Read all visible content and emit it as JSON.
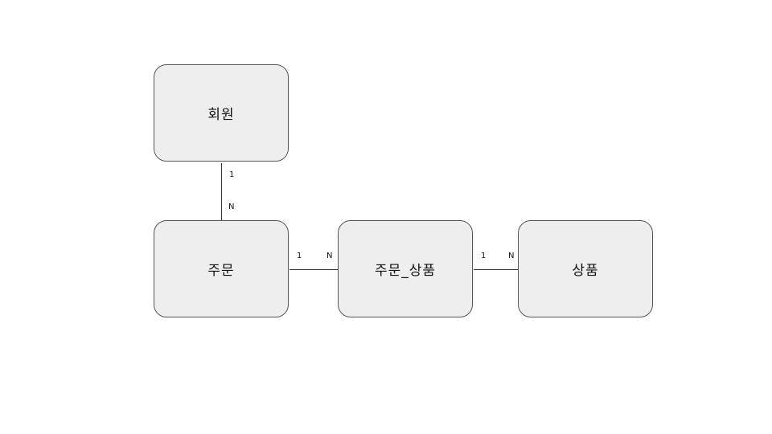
{
  "diagram": {
    "entities": {
      "member": {
        "label": "회원"
      },
      "order": {
        "label": "주문"
      },
      "order_product": {
        "label": "주문_상품"
      },
      "product": {
        "label": "상품"
      }
    },
    "relations": [
      {
        "from": "회원",
        "to": "주문",
        "from_cardinality": "1",
        "to_cardinality": "N"
      },
      {
        "from": "주문",
        "to": "주문_상품",
        "from_cardinality": "1",
        "to_cardinality": "N"
      },
      {
        "from": "주문_상품",
        "to": "상품",
        "from_cardinality": "1",
        "to_cardinality": "N"
      }
    ]
  }
}
